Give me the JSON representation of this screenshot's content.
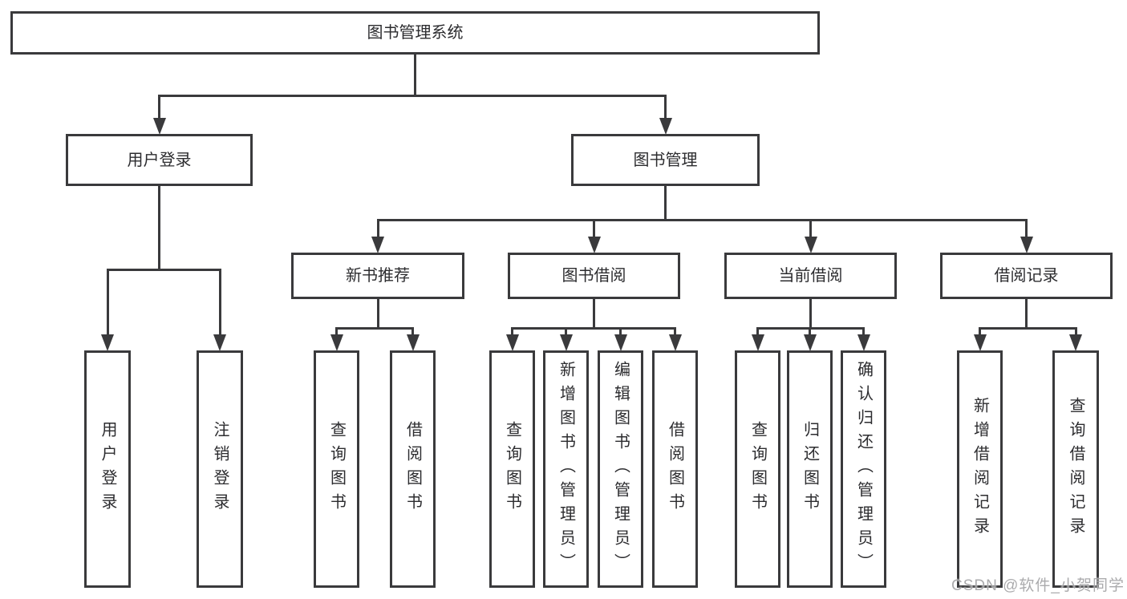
{
  "diagram": {
    "type": "hierarchy-tree",
    "title": "图书管理系统",
    "nodes": [
      {
        "id": "root",
        "label": "图书管理系统",
        "parent": null
      },
      {
        "id": "user-login",
        "label": "用户登录",
        "parent": "root"
      },
      {
        "id": "book-mgmt",
        "label": "图书管理",
        "parent": "root"
      },
      {
        "id": "ul-login",
        "label": "用户登录",
        "parent": "user-login"
      },
      {
        "id": "ul-logout",
        "label": "注销登录",
        "parent": "user-login"
      },
      {
        "id": "new-book",
        "label": "新书推荐",
        "parent": "book-mgmt"
      },
      {
        "id": "book-borrow",
        "label": "图书借阅",
        "parent": "book-mgmt"
      },
      {
        "id": "current-borrow",
        "label": "当前借阅",
        "parent": "book-mgmt"
      },
      {
        "id": "borrow-record",
        "label": "借阅记录",
        "parent": "book-mgmt"
      },
      {
        "id": "nb-query",
        "label": "查询图书",
        "parent": "new-book"
      },
      {
        "id": "nb-borrow",
        "label": "借阅图书",
        "parent": "new-book"
      },
      {
        "id": "bb-query",
        "label": "查询图书",
        "parent": "book-borrow"
      },
      {
        "id": "bb-add",
        "label": "新增图书（管理员）",
        "parent": "book-borrow"
      },
      {
        "id": "bb-edit",
        "label": "编辑图书（管理员）",
        "parent": "book-borrow"
      },
      {
        "id": "bb-borrow",
        "label": "借阅图书",
        "parent": "book-borrow"
      },
      {
        "id": "cb-query",
        "label": "查询图书",
        "parent": "current-borrow"
      },
      {
        "id": "cb-return",
        "label": "归还图书",
        "parent": "current-borrow"
      },
      {
        "id": "cb-confirm",
        "label": "确认归还（管理员）",
        "parent": "current-borrow"
      },
      {
        "id": "br-add",
        "label": "新增借阅记录",
        "parent": "borrow-record"
      },
      {
        "id": "br-query",
        "label": "查询借阅记录",
        "parent": "borrow-record"
      }
    ]
  },
  "watermark": {
    "text": "CSDN @软件_小贺同学"
  },
  "colors": {
    "line": "#3a3a3c",
    "box_border": "#3a3a3c",
    "text": "#2c2c2f",
    "background": "#ffffff",
    "watermark": "#a2a2a4"
  }
}
